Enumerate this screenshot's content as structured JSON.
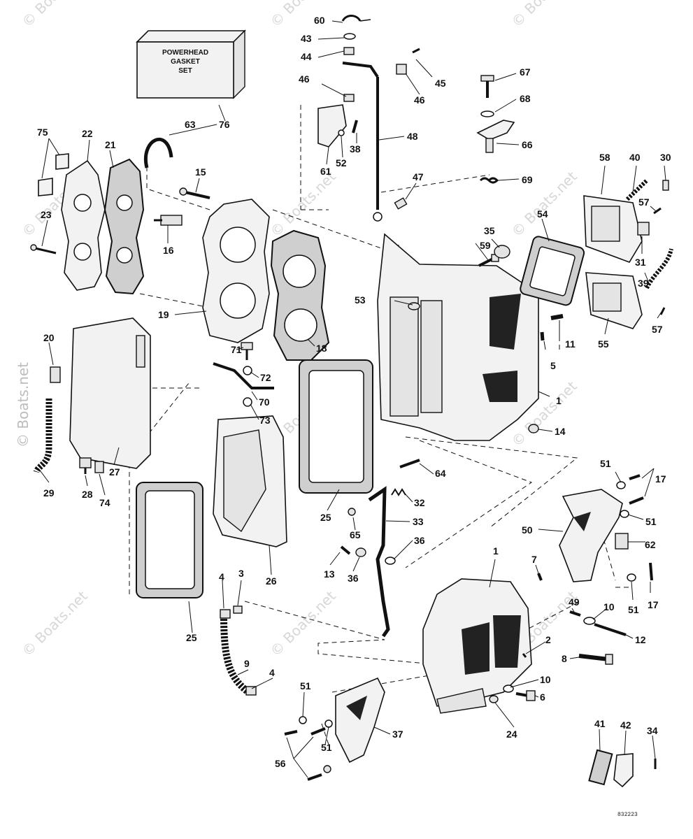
{
  "watermark": "© Boats.net",
  "gasket_set_box": {
    "line1": "POWERHEAD",
    "line2": "GASKET",
    "line3": "SET"
  },
  "drawing_ref": "832223",
  "callouts": {
    "c1": "1",
    "c1b": "1",
    "c2": "2",
    "c3": "3",
    "c4a": "4",
    "c4b": "4",
    "c5": "5",
    "c6": "6",
    "c7": "7",
    "c8": "8",
    "c9": "9",
    "c10a": "10",
    "c10b": "10",
    "c11": "11",
    "c12": "12",
    "c13": "13",
    "c14": "14",
    "c15": "15",
    "c16": "16",
    "c17a": "17",
    "c17b": "17",
    "c18": "18",
    "c19": "19",
    "c20": "20",
    "c21": "21",
    "c22": "22",
    "c23": "23",
    "c24": "24",
    "c25a": "25",
    "c25b": "25",
    "c26": "26",
    "c27": "27",
    "c28": "28",
    "c29": "29",
    "c30": "30",
    "c31": "31",
    "c32": "32",
    "c33": "33",
    "c34": "34",
    "c35": "35",
    "c36a": "36",
    "c36b": "36",
    "c37": "37",
    "c38": "38",
    "c39": "39",
    "c40": "40",
    "c41": "41",
    "c42": "42",
    "c43": "43",
    "c44": "44",
    "c45": "45",
    "c46a": "46",
    "c46b": "46",
    "c47": "47",
    "c48": "48",
    "c49": "49",
    "c50": "50",
    "c51a": "51",
    "c51b": "51",
    "c51c": "51",
    "c51d": "51",
    "c51e": "51",
    "c52": "52",
    "c53": "53",
    "c54": "54",
    "c55": "55",
    "c56": "56",
    "c57a": "57",
    "c57b": "57",
    "c58": "58",
    "c59": "59",
    "c60": "60",
    "c61": "61",
    "c62": "62",
    "c63": "63",
    "c64": "64",
    "c65": "65",
    "c66": "66",
    "c67": "67",
    "c68": "68",
    "c69": "69",
    "c70": "70",
    "c71": "71",
    "c72": "72",
    "c73": "73",
    "c74": "74",
    "c75": "75",
    "c76": "76"
  }
}
